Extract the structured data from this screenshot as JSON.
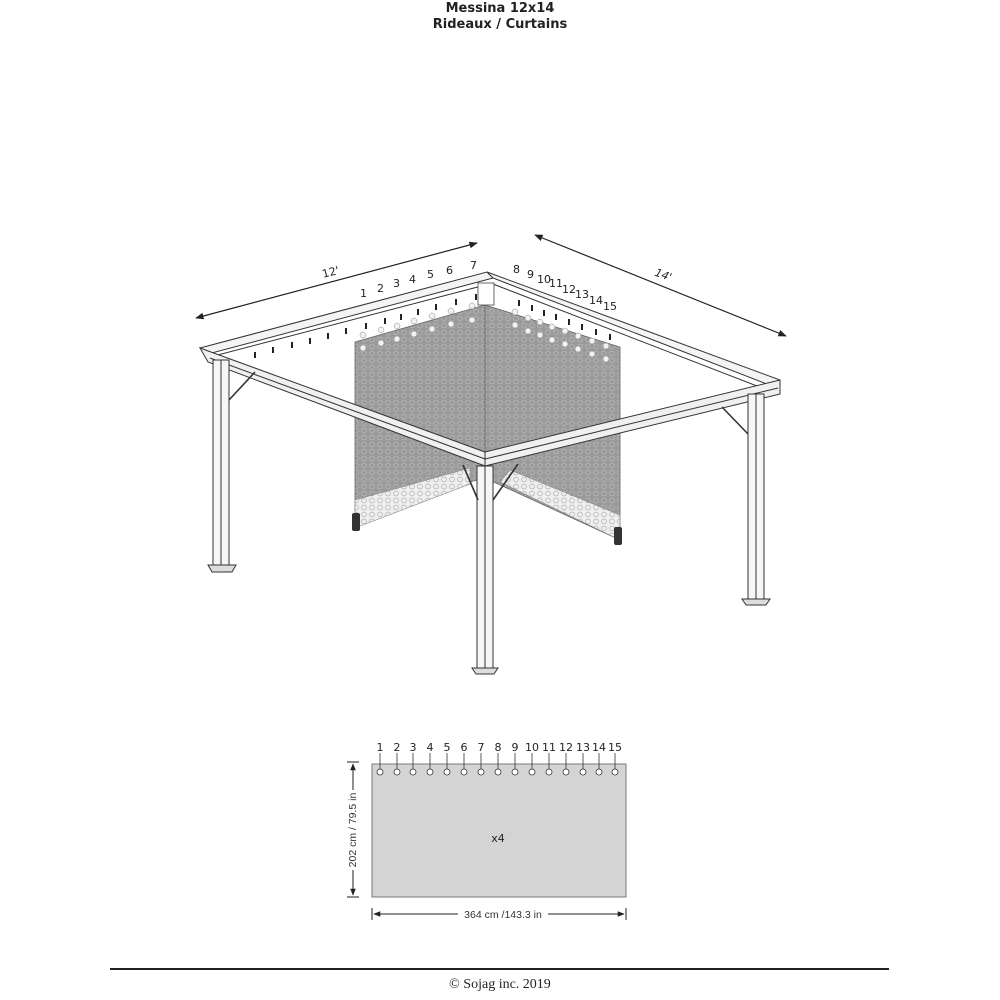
{
  "header": {
    "title_line1": "Messina 12x14",
    "title_line2": "Rideaux / Curtains"
  },
  "gazebo_view": {
    "dimension_left": "12'",
    "dimension_right": "14'",
    "hook_numbers_left": [
      "1",
      "2",
      "3",
      "4",
      "5",
      "6",
      "7"
    ],
    "hook_numbers_right": [
      "8",
      "9",
      "10",
      "11",
      "12",
      "13",
      "14",
      "15"
    ]
  },
  "curtain_panel": {
    "grommet_numbers": [
      "1",
      "2",
      "3",
      "4",
      "5",
      "6",
      "7",
      "8",
      "9",
      "10",
      "11",
      "12",
      "13",
      "14",
      "15"
    ],
    "quantity": "x4",
    "height_label": "202 cm / 79.5 in",
    "width_label": "364 cm /143.3 in",
    "fill_color": "#d4d4d4"
  },
  "footer": {
    "copyright": "© Sojag inc. 2019"
  }
}
